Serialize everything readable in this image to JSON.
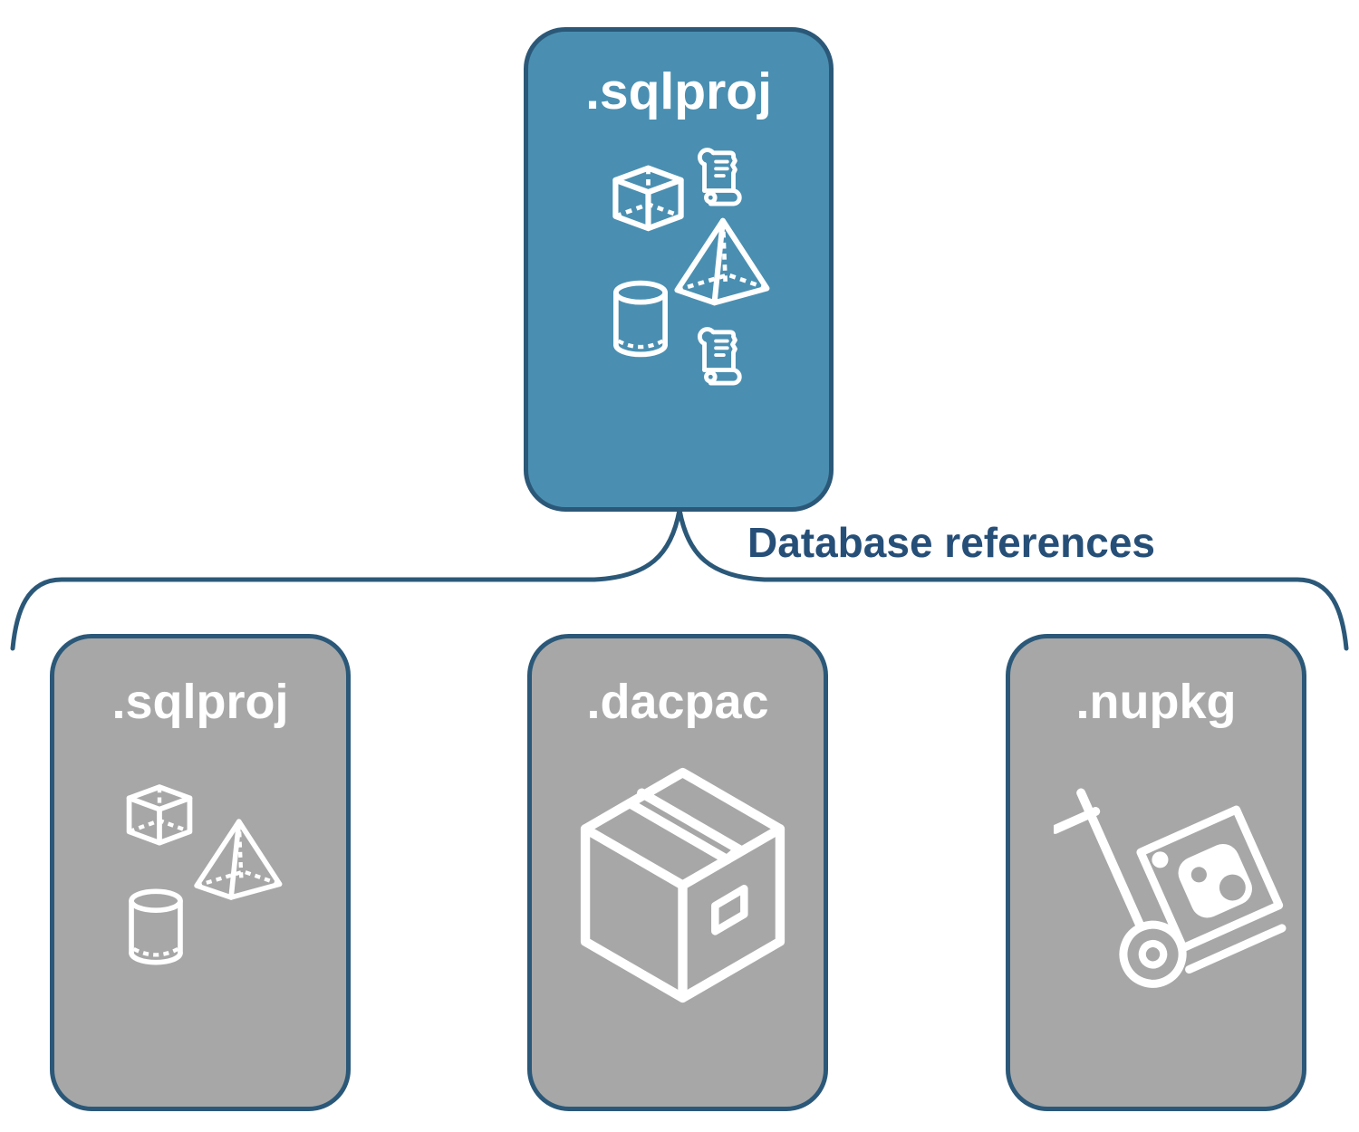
{
  "diagram": {
    "reference_label": "Database references",
    "parent_node": {
      "label": ".sqlproj",
      "fill": "#4A8FB1",
      "icons": [
        "sql-script-scroll-icon",
        "cube-icon",
        "pyramid-icon",
        "cylinder-icon",
        "sql-script-scroll-icon"
      ]
    },
    "child_nodes": [
      {
        "label": ".sqlproj",
        "fill": "#A7A7A7",
        "icons": [
          "cube-icon",
          "pyramid-icon",
          "cylinder-icon"
        ]
      },
      {
        "label": ".dacpac",
        "fill": "#A7A7A7",
        "icons": [
          "package-box-icon"
        ]
      },
      {
        "label": ".nupkg",
        "fill": "#A7A7A7",
        "icons": [
          "hand-truck-nuget-package-icon"
        ]
      }
    ],
    "colors": {
      "background": "#FFFFFF",
      "node_border": "#2B5878",
      "brace_stroke": "#2B5878",
      "reference_text": "#264F78",
      "node_label_text": "#FFFFFF",
      "icon_stroke": "#FFFFFF"
    }
  }
}
